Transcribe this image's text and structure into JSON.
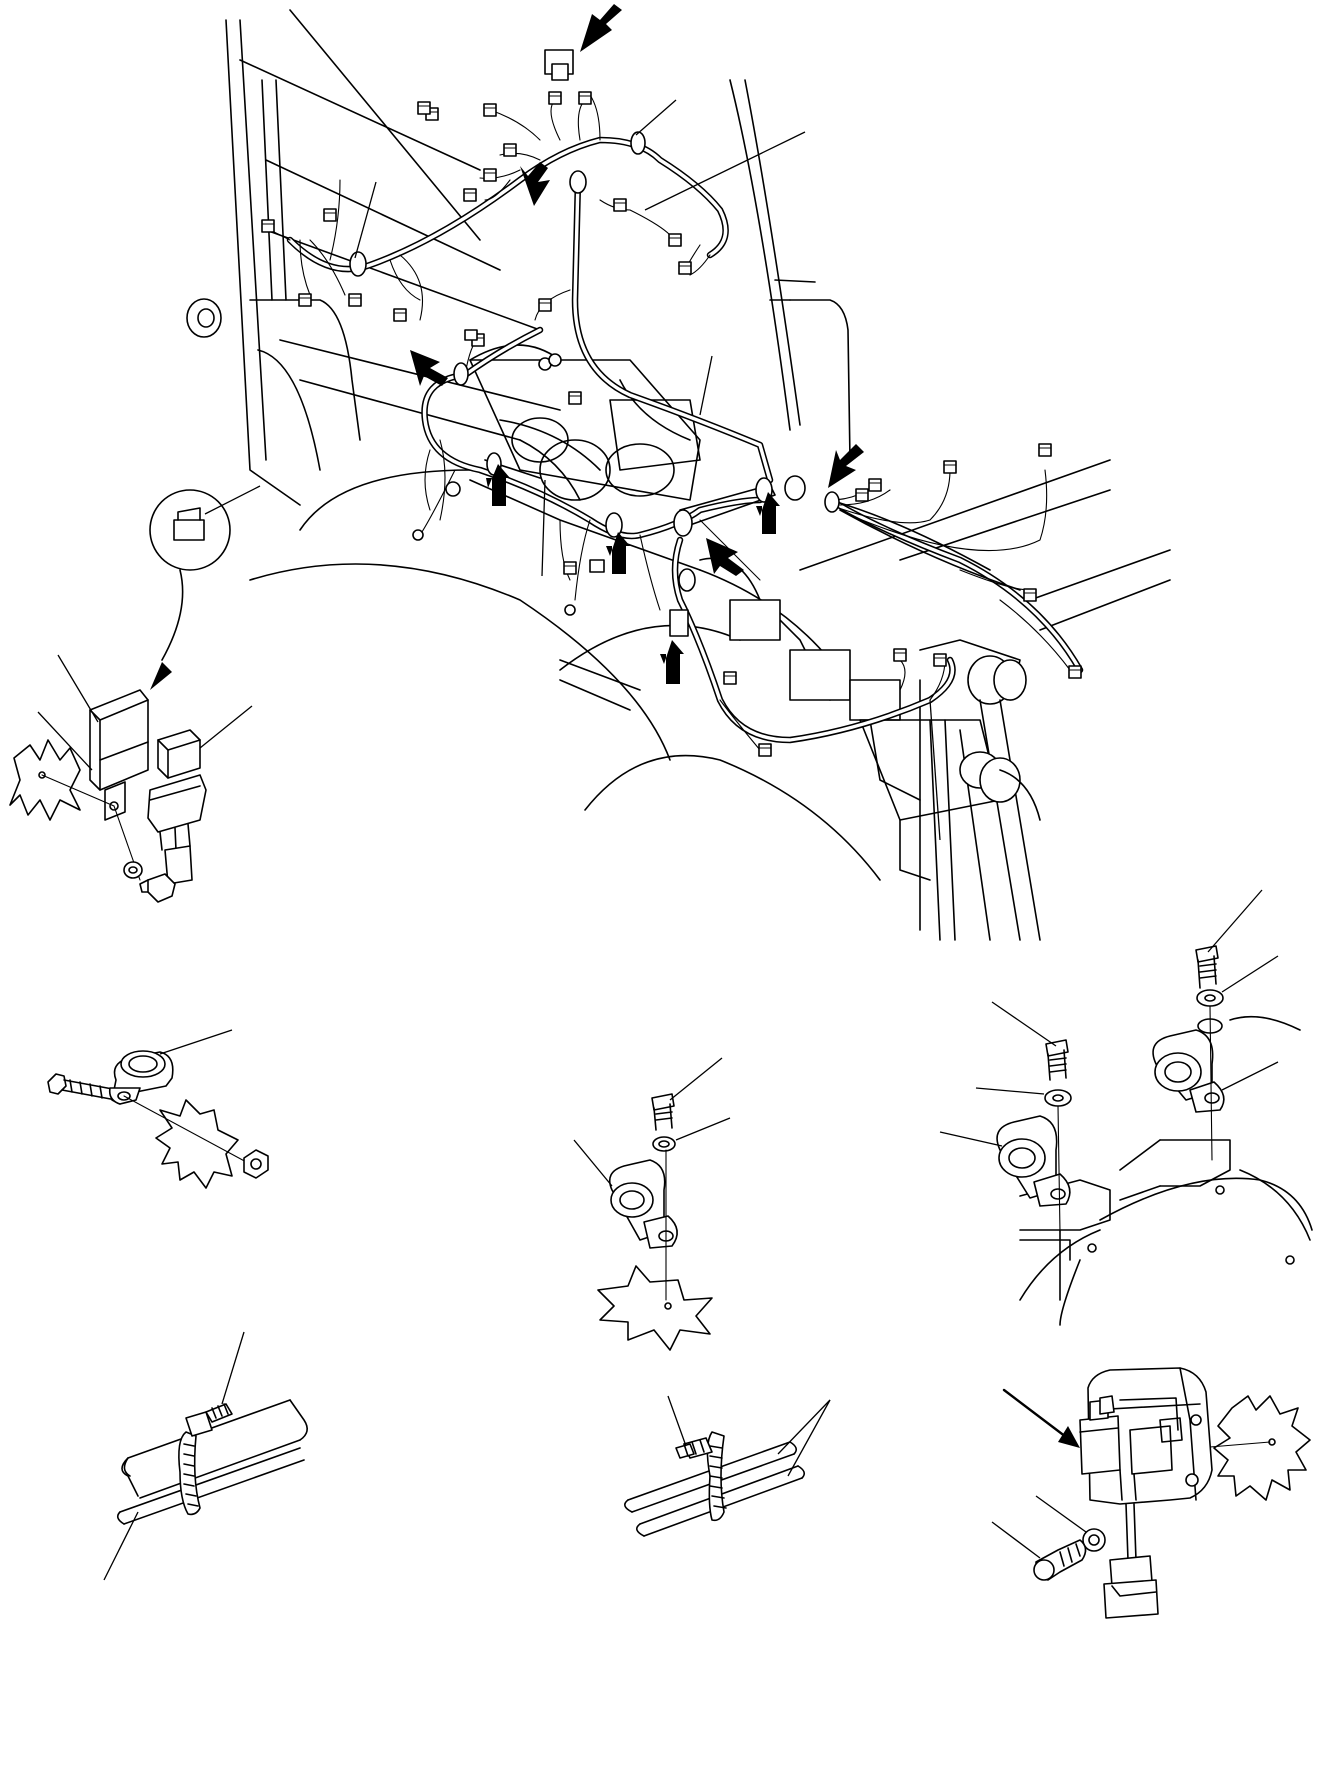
{
  "figure": {
    "labels": []
  },
  "colors": {
    "line": "#000000",
    "background": "#ffffff"
  },
  "views": [
    {
      "id": "main-harness-routing",
      "content": "overall"
    },
    {
      "id": "relay-mounting-detail",
      "content": "detail"
    },
    {
      "id": "clamp-with-nut-detail",
      "content": "detail"
    },
    {
      "id": "clamp-on-bracket-detail",
      "content": "detail"
    },
    {
      "id": "double-clamp-on-housing-detail",
      "content": "detail"
    },
    {
      "id": "cable-tie-single-detail",
      "content": "detail"
    },
    {
      "id": "cable-tie-double-detail",
      "content": "detail"
    },
    {
      "id": "controller-mounting-detail",
      "content": "detail"
    }
  ]
}
